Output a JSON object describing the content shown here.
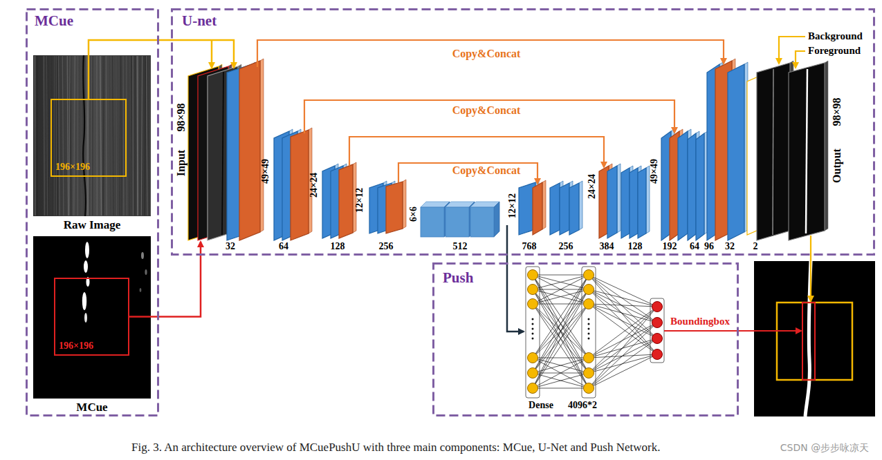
{
  "diagram": {
    "caption": "Fig. 3. An architecture overview of MCuePushU with three main components: MCue, U-Net and Push Network.",
    "nodes": [
      {
        "text": [
          "MCue"
        ]
      },
      {
        "text": [
          "Raw Image"
        ],
        "in": 0
      },
      {
        "text": [
          "196×196"
        ],
        "in": 1
      },
      {
        "text": [
          "MCue"
        ],
        "in": 0
      },
      {
        "text": [
          "196×196"
        ],
        "in": 3
      },
      {
        "text": [
          "U-net"
        ]
      },
      {
        "text": [
          "98×98",
          "Input"
        ],
        "in": 5
      },
      {
        "text": [
          "98×98",
          "Output"
        ],
        "in": 5
      },
      {
        "text": [
          "Push"
        ]
      }
    ],
    "edges": [
      {
        "from": 2,
        "to": 6,
        "arrow": "to"
      },
      {
        "from": 4,
        "to": 6,
        "arrow": "to"
      }
    ],
    "labels": [
      "32",
      "49×49",
      "64",
      "24×24",
      "128",
      "12×12",
      "256",
      "6×6",
      "512",
      "12×12",
      "768",
      "256",
      "24×24",
      "384",
      "128",
      "49×49",
      "192",
      "64",
      "96",
      "32",
      "2",
      "Copy&Concat",
      "Copy&Concat",
      "Copy&Concat",
      "Background",
      "Foreground",
      "Dense",
      "4096*2",
      "Boundingbox",
      "CSDN @步步咏凉天"
    ]
  }
}
